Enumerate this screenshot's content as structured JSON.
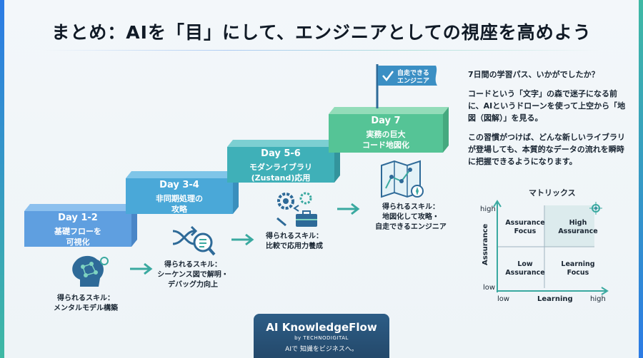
{
  "title": "まとめ：AIを「目」にして、エンジニアとしての視座を高めよう",
  "steps": [
    {
      "day": "Day 1-2",
      "sub1": "基礎フローを",
      "sub2": "可視化",
      "skill_label": "得られるスキル：",
      "skill_text": "メンタルモデル構築"
    },
    {
      "day": "Day 3-4",
      "sub1": "非同期処理の",
      "sub2": "攻略",
      "skill_label": "得られるスキル：",
      "skill_text1": "シーケンス図で解明・",
      "skill_text2": "デバッグ力向上"
    },
    {
      "day": "Day 5-6",
      "sub1": "モダンライブラリ",
      "sub2": "(Zustand)応用",
      "skill_label": "得られるスキル：",
      "skill_text": "比較で応用力養成"
    },
    {
      "day": "Day 7",
      "sub1": "実務の巨大",
      "sub2": "コード地図化",
      "skill_label": "得られるスキル：",
      "skill_text1": "地図化して攻略・",
      "skill_text2": "自走できるエンジニア"
    }
  ],
  "flag": {
    "line1": "自走できる",
    "line2": "エンジニア"
  },
  "panel": {
    "p1": "7日間の学習パス、いかがでしたか？",
    "p2": "コードという「文字」の森で迷子になる前に、AIというドローンを使って上空から「地図（図解）」を見る。",
    "p3": "この習慣がつけば、どんな新しいライブラリが登場しても、本質的なデータの流れを瞬時に把握できるようになります。"
  },
  "matrix": {
    "title": "マトリックス",
    "y_axis": "Assurance",
    "x_axis": "Learning",
    "y_high": "high",
    "y_low": "low",
    "x_low": "low",
    "x_high": "high",
    "q_tl": "Assurance\nFocus",
    "q_tr": "High\nAssurance",
    "q_bl": "Low\nAssurance",
    "q_br": "Learning\nFocus"
  },
  "brand": {
    "name": "AI KnowledgeFlow",
    "by": "by TECHNODIGITAL",
    "tagline": "AIで 知識をビジネスへ。"
  },
  "colors": {
    "step1": "#5f9fe0",
    "step2": "#4aa8d8",
    "step3": "#3fb0b8",
    "step4": "#55c496",
    "accent": "#3aa9a0"
  }
}
